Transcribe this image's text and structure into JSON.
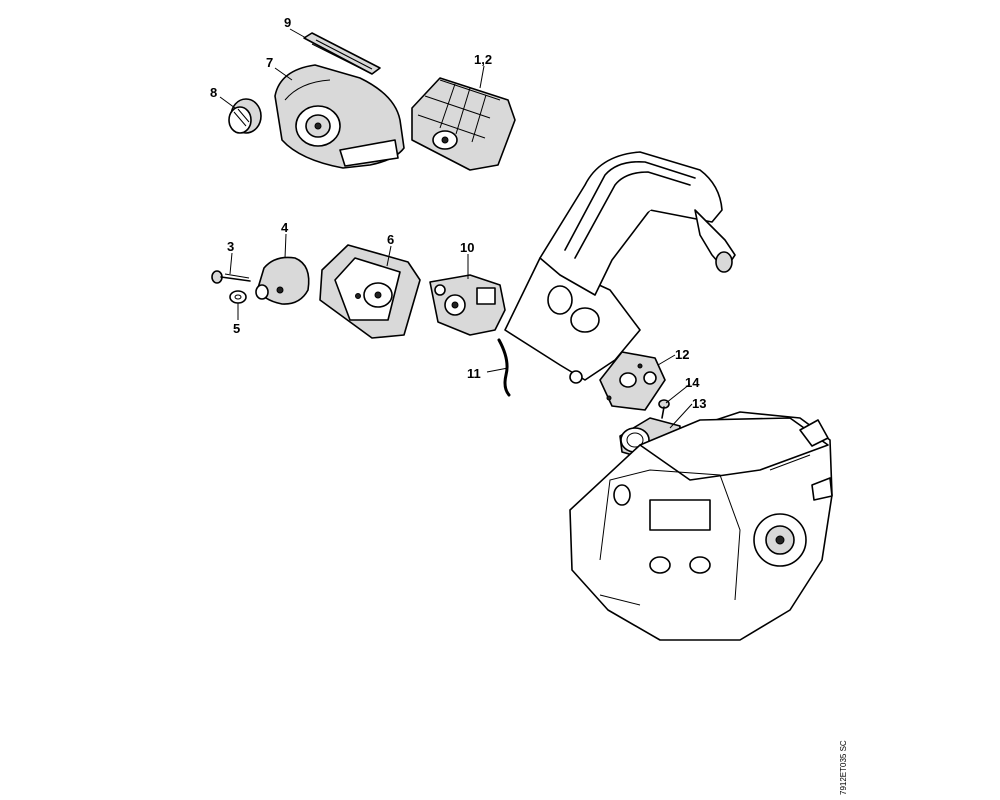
{
  "callouts": {
    "c1_2": "1,2",
    "c3": "3",
    "c4": "4",
    "c5": "5",
    "c6": "6",
    "c7": "7",
    "c8": "8",
    "c9": "9",
    "c10": "10",
    "c11": "11",
    "c12": "12",
    "c13": "13",
    "c14": "14"
  },
  "drawing_code": "7912ET035 SC"
}
